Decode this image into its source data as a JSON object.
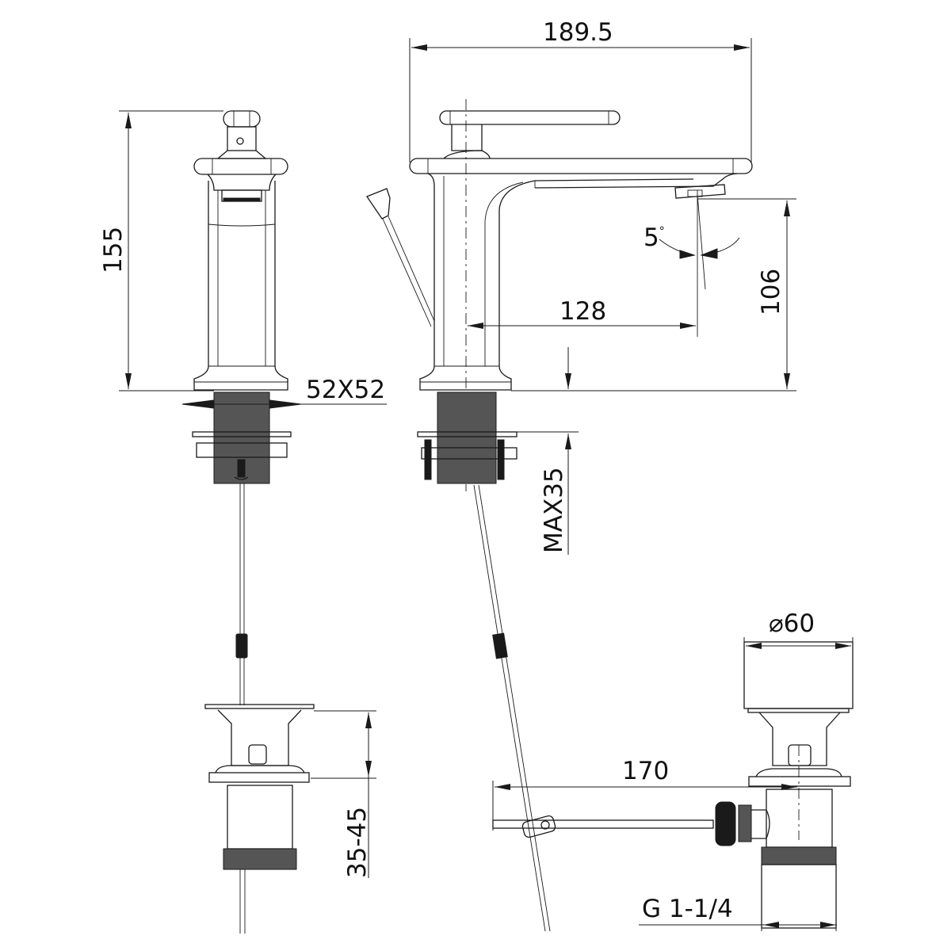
{
  "drawing": {
    "title": "Basin mixer with pop-up waste - technical dimension drawing",
    "line_color": "#1a1a1a",
    "background": "#ffffff",
    "views": [
      "front-view",
      "side-view",
      "waste-front-view",
      "waste-side-view"
    ]
  },
  "dimensions": {
    "overall_length": {
      "value": "189.5",
      "unit": "mm"
    },
    "overall_height": {
      "value": "155",
      "unit": "mm"
    },
    "base_size": {
      "value": "52X52",
      "unit": "mm"
    },
    "spout_reach": {
      "value": "128",
      "unit": "mm"
    },
    "spout_height": {
      "value": "106",
      "unit": "mm"
    },
    "spout_angle": {
      "value": "5",
      "unit": "°"
    },
    "max_deck_thickness": {
      "value": "MAX35",
      "unit": "mm"
    },
    "waste_flange_diameter_symbol": "⌀",
    "waste_flange_diameter": {
      "value": "60",
      "unit": "mm"
    },
    "waste_adjust_range": {
      "value": "35-45",
      "unit": "mm"
    },
    "rod_length": {
      "value": "170",
      "unit": "mm"
    },
    "waste_thread": {
      "value": "G 1-1/4"
    }
  }
}
